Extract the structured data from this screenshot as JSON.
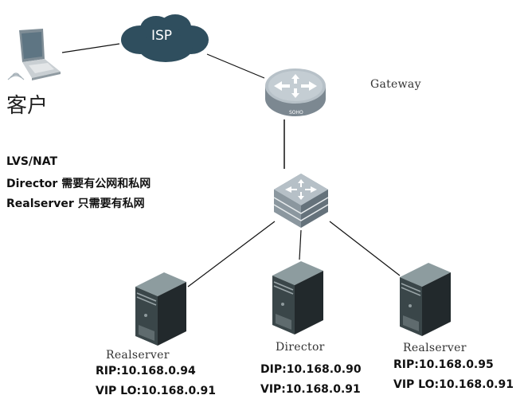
{
  "diagram": {
    "client": {
      "label": "客户",
      "icon": "laptop-icon"
    },
    "isp": {
      "label": "ISP",
      "icon": "cloud-icon"
    },
    "gateway": {
      "label": "Gateway",
      "badge": "SOHO",
      "icon": "router-icon"
    },
    "switch": {
      "icon": "switch-icon"
    },
    "notes": [
      "LVS/NAT",
      "Director 需要有公网和私网",
      "Realserver 只需要有私网"
    ],
    "servers": [
      {
        "name": "Realserver",
        "lines": [
          "RIP:10.168.0.94",
          "VIP LO:10.168.0.91"
        ]
      },
      {
        "name": "Director",
        "lines": [
          "DIP:10.168.0.90",
          "VIP:10.168.0.91"
        ]
      },
      {
        "name": "Realserver",
        "lines": [
          "RIP:10.168.0.95",
          "VIP LO:10.168.0.91"
        ]
      }
    ],
    "colors": {
      "cloud": "#2f4e5e",
      "router_top": "#b9c3cb",
      "router_side": "#8a969f",
      "server_front": "#2a3437",
      "server_top": "#8d9c9f",
      "line": "#111111"
    }
  }
}
